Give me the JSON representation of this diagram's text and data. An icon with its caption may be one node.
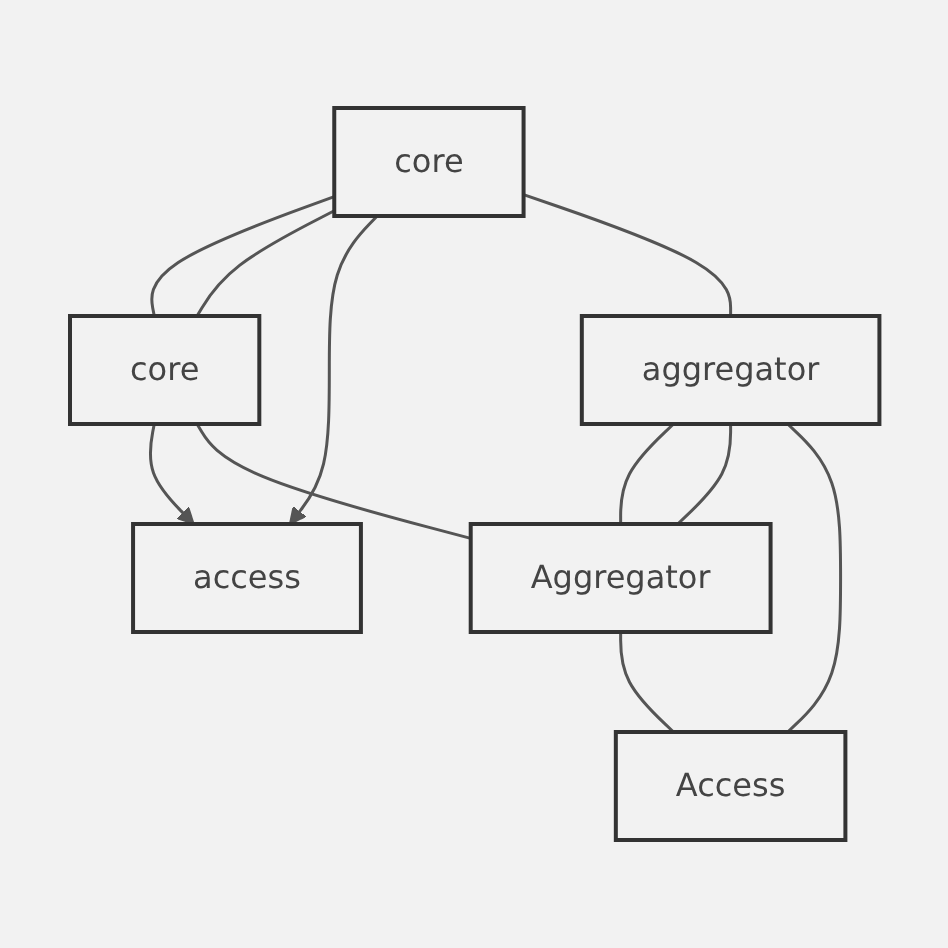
{
  "diagram": {
    "nodes": [
      {
        "text": [
          "core"
        ]
      },
      {
        "text": [
          "core"
        ]
      },
      {
        "text": [
          "aggregator"
        ]
      },
      {
        "text": [
          "Aggregator"
        ]
      },
      {
        "text": [
          "access"
        ]
      },
      {
        "text": [
          "Access"
        ]
      }
    ],
    "edges": [
      {
        "from": 0,
        "to": 1,
        "arrow": "none"
      },
      {
        "from": 0,
        "to": 1,
        "arrow": "none"
      },
      {
        "from": 0,
        "to": 4,
        "arrow": "to"
      },
      {
        "from": 1,
        "to": 4,
        "arrow": "to"
      },
      {
        "from": 0,
        "to": 2,
        "arrow": "none"
      },
      {
        "from": 1,
        "to": 3,
        "arrow": "none"
      },
      {
        "from": 2,
        "to": 3,
        "arrow": "none"
      },
      {
        "from": 2,
        "to": 3,
        "arrow": "none"
      },
      {
        "from": 2,
        "to": 5,
        "arrow": "none"
      },
      {
        "from": 3,
        "to": 5,
        "arrow": "none"
      }
    ]
  }
}
